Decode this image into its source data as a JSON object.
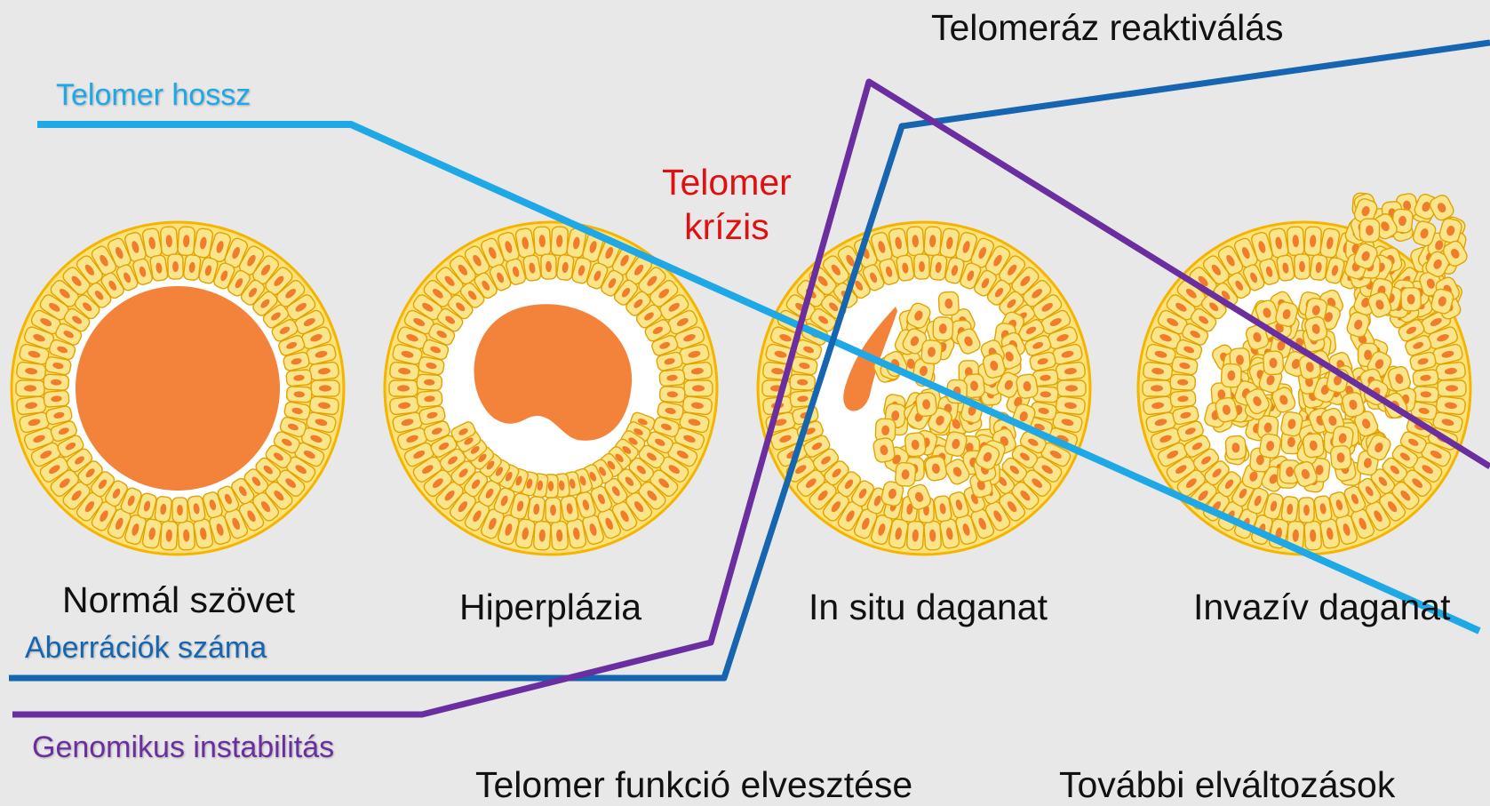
{
  "labels": {
    "telomerase": "Telomeráz reaktiválás",
    "telomer_length": "Telomer hossz",
    "crisis_line1": "Telomer",
    "crisis_line2": "krízis",
    "normal": "Normál szövet",
    "hyperplasia": "Hiperplázia",
    "in_situ": "In situ daganat",
    "invasive": "Invazív daganat",
    "aberrations": "Aberrációk száma",
    "genomic": "Genomikus instabilitás",
    "telomer_function": "Telomer funkció elvesztése",
    "further": "További elváltozások"
  },
  "colors": {
    "background": "#e8e8e8",
    "telomer_length_line": "#1fa8e6",
    "aberrations_line": "#1565b0",
    "genomic_line": "#6a2ea0",
    "crisis_text": "#e01010",
    "tissue_ring": "#ffe27a",
    "tissue_border": "#f5b400",
    "cell_fill": "#fbe58b",
    "cell_border": "#e2a300",
    "nucleus": "#f07d2b",
    "lumen": "#ffffff",
    "lumen_fill": "#f3823b"
  },
  "tissues": [
    {
      "stage": "normal",
      "lumen_state": "filled"
    },
    {
      "stage": "hyperplasia",
      "lumen_state": "reduced"
    },
    {
      "stage": "in_situ",
      "lumen_state": "invaded"
    },
    {
      "stage": "invasive",
      "lumen_state": "breached"
    }
  ]
}
